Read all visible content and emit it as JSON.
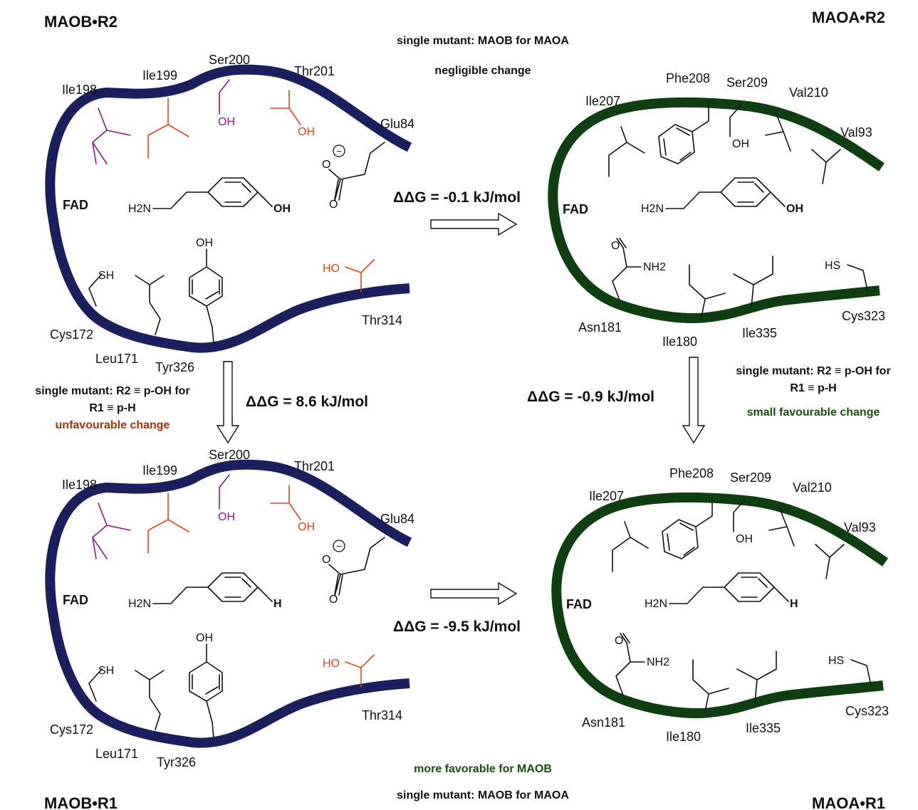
{
  "colors": {
    "maob_backbone": "#1c1f5e",
    "maoa_backbone": "#0f3f10",
    "purple": "#8a1a8a",
    "orange": "#e2461a",
    "unfavourable": "#a6330b",
    "favourable": "#1c4d12"
  },
  "corners": {
    "top_left": "MAOB•R2",
    "top_right": "MAOA•R2",
    "bottom_left": "MAOB•R1",
    "bottom_right": "MAOA•R1"
  },
  "top_center": {
    "line1": "single mutant: MAOB for MAOA",
    "line2": "negligible change"
  },
  "bottom_center": {
    "line1": "more favorable for MAOB",
    "line2": "single mutant: MAOB for MAOA"
  },
  "left_mid": {
    "line1": "single mutant: R2 ≡ p-OH for",
    "line2": "R1 ≡ p-H",
    "line3": "unfavourable change"
  },
  "right_mid": {
    "line1": "single mutant: R2 ≡ p-OH for",
    "line2": "R1 ≡ p-H",
    "line3": "small favourable change"
  },
  "ddg": {
    "top": "ΔΔG = -0.1 kJ/mol",
    "left": "ΔΔG = 8.6 kJ/mol",
    "right": "ΔΔG = -0.9 kJ/mol",
    "bottom": "ΔΔG = -9.5 kJ/mol"
  },
  "maob_residues": {
    "ile198": "Ile198",
    "ile199": "Ile199",
    "ser200": "Ser200",
    "thr201": "Thr201",
    "glu84": "Glu84",
    "cys172": "Cys172",
    "leu171": "Leu171",
    "tyr326": "Tyr326",
    "thr314": "Thr314",
    "fad": "FAD"
  },
  "maoa_residues": {
    "ile207": "Ile207",
    "phe208": "Phe208",
    "ser209": "Ser209",
    "val210": "Val210",
    "val93": "Val93",
    "asn181": "Asn181",
    "ile180": "Ile180",
    "ile335": "Ile335",
    "cys323": "Cys323",
    "fad": "FAD"
  },
  "atoms": {
    "oh": "OH",
    "ho": "HO",
    "sh": "SH",
    "hs": "HS",
    "o": "O",
    "h2n": "H2N",
    "nh2": "NH2",
    "h": "H",
    "minus": "−"
  }
}
